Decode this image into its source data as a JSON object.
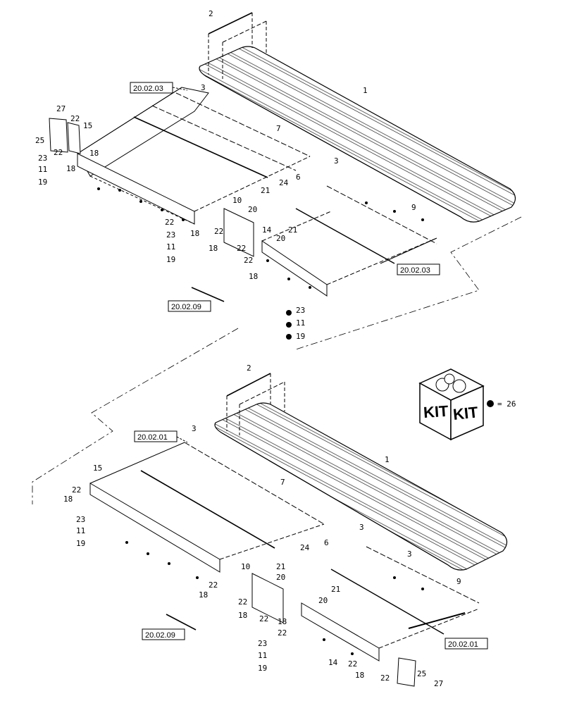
{
  "refs": {
    "top_left": "20.02.03",
    "top_right": "20.02.03",
    "top_bottom": "20.02.09",
    "bot_left": "20.02.01",
    "bot_right": "20.02.01",
    "bot_bottom": "20.02.09"
  },
  "kit": {
    "label_left": "KIT",
    "label_right": "KIT",
    "item": "= 26"
  },
  "callouts": {
    "top": [
      "1",
      "2",
      "3",
      "27",
      "22",
      "15",
      "25",
      "18",
      "23",
      "11",
      "19",
      "22",
      "18",
      "7",
      "3",
      "24",
      "6",
      "21",
      "10",
      "20",
      "22",
      "14",
      "9",
      "21",
      "20",
      "18",
      "22",
      "23",
      "11",
      "19",
      "22",
      "18",
      "22",
      "18",
      "23",
      "11",
      "19"
    ],
    "bottom": [
      "1",
      "2",
      "3",
      "15",
      "22",
      "18",
      "23",
      "11",
      "19",
      "7",
      "24",
      "3",
      "6",
      "21",
      "20",
      "10",
      "22",
      "18",
      "22",
      "3",
      "21",
      "20",
      "9",
      "18",
      "22",
      "18",
      "22",
      "23",
      "11",
      "19",
      "14",
      "22",
      "18",
      "22",
      "25",
      "27"
    ]
  }
}
